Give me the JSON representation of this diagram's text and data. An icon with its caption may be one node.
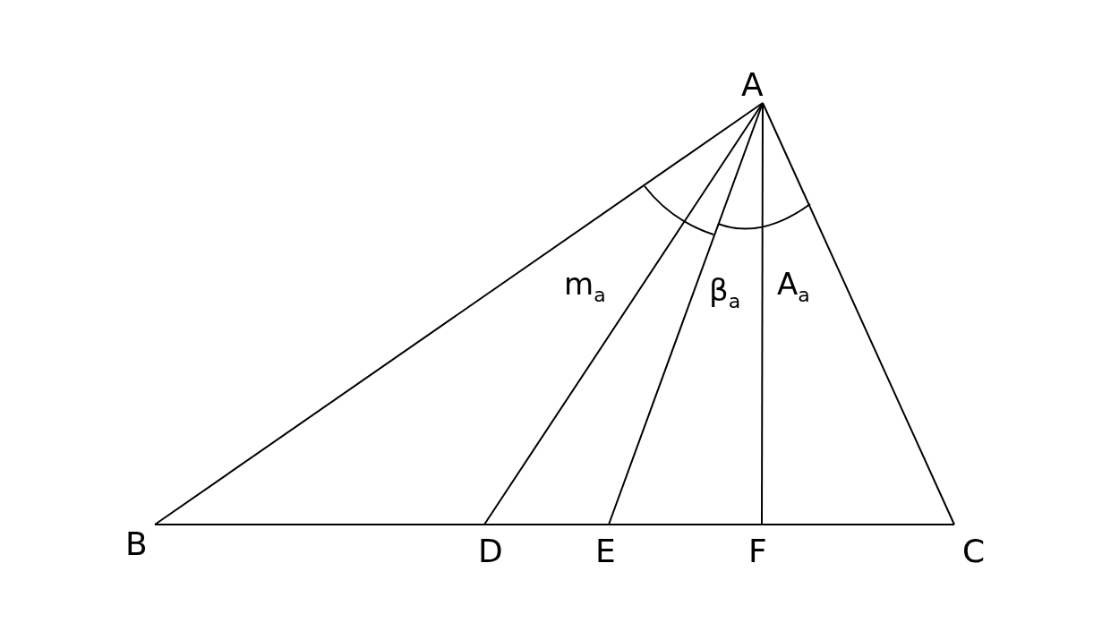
{
  "diagram": {
    "nodes": [
      {
        "text": [
          "A"
        ]
      },
      {
        "text": [
          "B"
        ]
      },
      {
        "text": [
          "D"
        ]
      },
      {
        "text": [
          "E"
        ]
      },
      {
        "text": [
          "F"
        ]
      },
      {
        "text": [
          "C"
        ]
      }
    ],
    "edges": [
      {
        "from": 0,
        "to": 1,
        "arrow": "none"
      },
      {
        "from": 0,
        "to": 5,
        "arrow": "none"
      },
      {
        "from": 1,
        "to": 2,
        "arrow": "none"
      },
      {
        "from": 2,
        "to": 3,
        "arrow": "none"
      },
      {
        "from": 3,
        "to": 4,
        "arrow": "none"
      },
      {
        "from": 4,
        "to": 5,
        "arrow": "none"
      },
      {
        "from": 0,
        "to": 2,
        "arrow": "none",
        "label": "m$_{a}$"
      },
      {
        "from": 0,
        "to": 3,
        "arrow": "none",
        "label": "β$_{a}$"
      },
      {
        "from": 0,
        "to": 4,
        "arrow": "none",
        "label": "A$_{a}$"
      }
    ]
  }
}
